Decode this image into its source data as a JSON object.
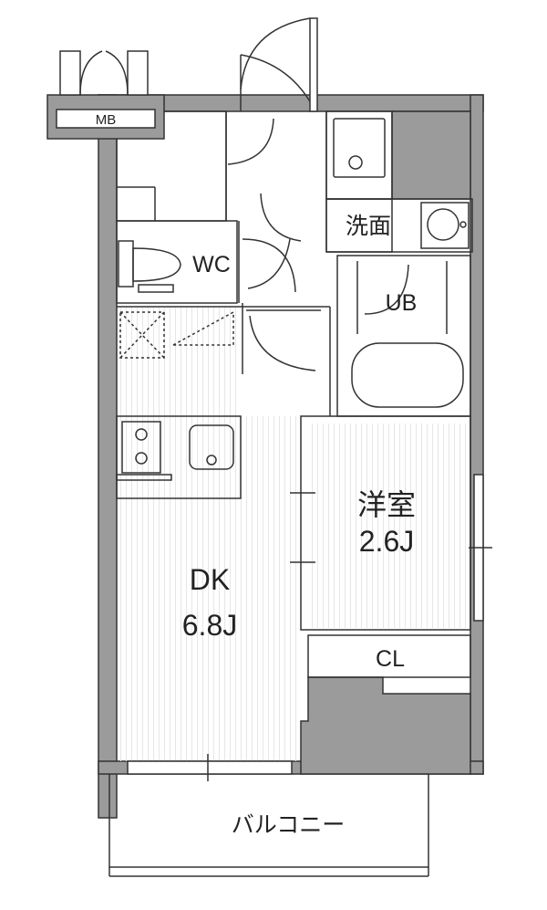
{
  "colors": {
    "wall": "#9b9b9b",
    "line": "#333333",
    "floor": "#ffffff",
    "flooring_lines": "#e6e6e6",
    "background": "#ffffff"
  },
  "rooms": {
    "dk": {
      "name": "DK",
      "size": "6.8J"
    },
    "western": {
      "name": "洋室",
      "size": "2.6J"
    },
    "closet": {
      "name": "CL"
    },
    "bath": {
      "name": "UB"
    },
    "washroom": {
      "name": "洗面"
    },
    "toilet": {
      "name": "WC"
    },
    "meter_box": {
      "name": "MB"
    },
    "balcony": {
      "name": "バルコニー"
    }
  }
}
